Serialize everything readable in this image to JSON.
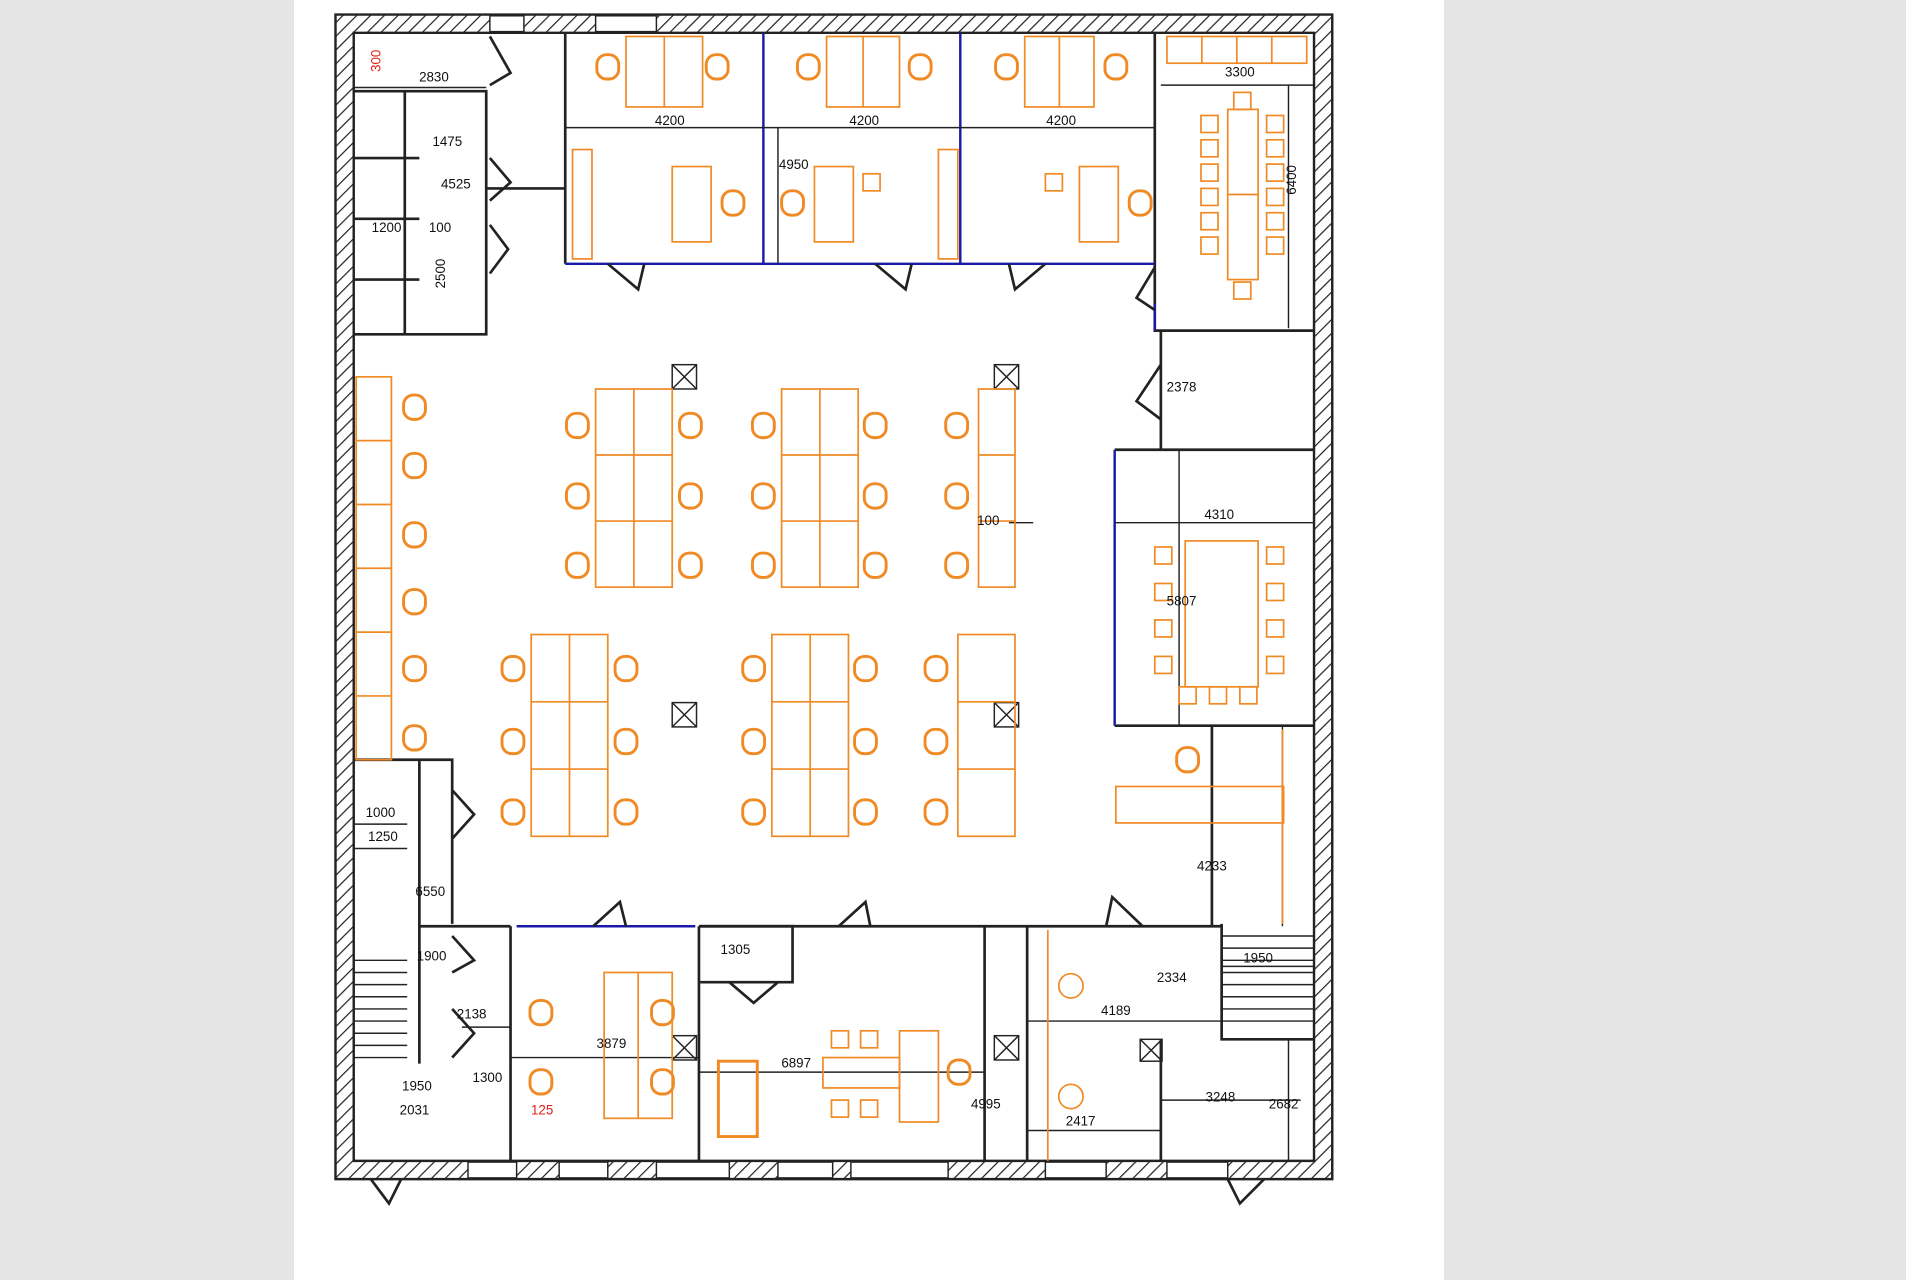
{
  "colors": {
    "furniture": "#f08a24",
    "glass_wall": "#1a1aa8",
    "wall": "#222222",
    "red_dim": "#e0201a",
    "viewer_bg": "#e5e5e5"
  },
  "dimensions": [
    {
      "id": "d300",
      "text": "300",
      "red": true
    },
    {
      "id": "d2830",
      "text": "2830"
    },
    {
      "id": "d4200a",
      "text": "4200"
    },
    {
      "id": "d4200b",
      "text": "4200"
    },
    {
      "id": "d4200c",
      "text": "4200"
    },
    {
      "id": "d1475",
      "text": "1475"
    },
    {
      "id": "d4525",
      "text": "4525"
    },
    {
      "id": "d4950",
      "text": "4950"
    },
    {
      "id": "d1200",
      "text": "1200"
    },
    {
      "id": "d100a",
      "text": "100"
    },
    {
      "id": "d2500",
      "text": "2500"
    },
    {
      "id": "d3300",
      "text": "3300"
    },
    {
      "id": "d6400",
      "text": "6400"
    },
    {
      "id": "d2378",
      "text": "2378"
    },
    {
      "id": "d4310",
      "text": "4310"
    },
    {
      "id": "d100b",
      "text": "100"
    },
    {
      "id": "d5807",
      "text": "5807"
    },
    {
      "id": "d1000",
      "text": "1000"
    },
    {
      "id": "d1250",
      "text": "1250"
    },
    {
      "id": "d6550",
      "text": "6550"
    },
    {
      "id": "d4233",
      "text": "4233"
    },
    {
      "id": "d1305",
      "text": "1305"
    },
    {
      "id": "d1900",
      "text": "1900"
    },
    {
      "id": "d2334",
      "text": "2334"
    },
    {
      "id": "d1950a",
      "text": "1950"
    },
    {
      "id": "d4189",
      "text": "4189"
    },
    {
      "id": "d2138",
      "text": "2138"
    },
    {
      "id": "d3879",
      "text": "3879"
    },
    {
      "id": "d6897",
      "text": "6897"
    },
    {
      "id": "d1950b",
      "text": "1950"
    },
    {
      "id": "d1300",
      "text": "1300"
    },
    {
      "id": "d4995",
      "text": "4995"
    },
    {
      "id": "d3248",
      "text": "3248"
    },
    {
      "id": "d2682",
      "text": "2682"
    },
    {
      "id": "d2031",
      "text": "2031"
    },
    {
      "id": "d125",
      "text": "125",
      "red": true
    },
    {
      "id": "d2417",
      "text": "2417"
    }
  ]
}
